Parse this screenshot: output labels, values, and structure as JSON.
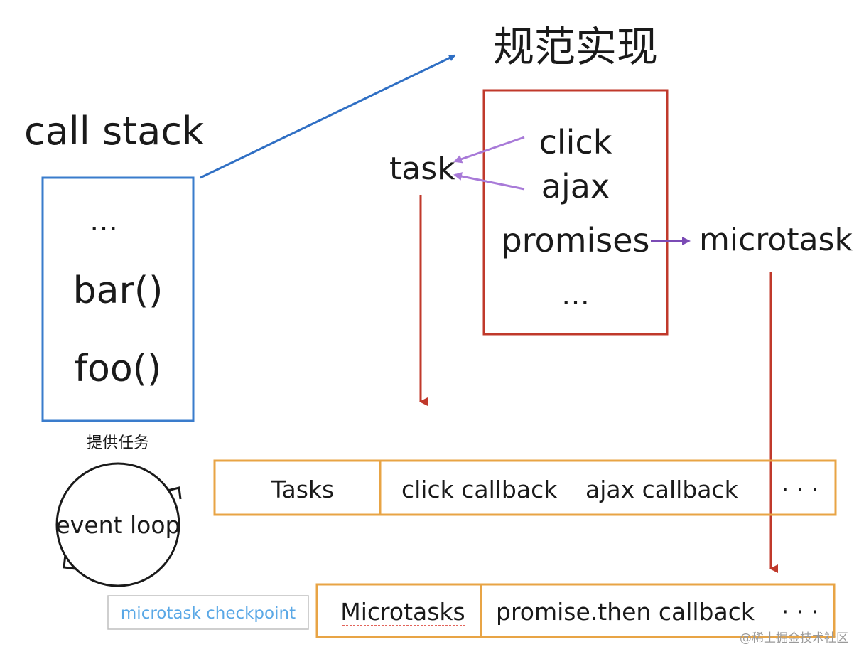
{
  "title": "规范实现",
  "call_stack": {
    "label": "call stack",
    "items": [
      "…",
      "bar()",
      "foo()"
    ]
  },
  "spec_box": {
    "items": [
      "click",
      "ajax",
      "promises",
      "…"
    ]
  },
  "task_label": "task",
  "microtask_label": "microtask",
  "provide_task_label": "提供任务",
  "event_loop_label": "event loop",
  "microtask_checkpoint_label": "microtask checkpoint",
  "tasks_queue": {
    "header": "Tasks",
    "items": [
      "click callback",
      "ajax callback",
      "· · ·"
    ]
  },
  "microtasks_queue": {
    "header": "Microtasks",
    "items": [
      "promise.then callback",
      "· · ·"
    ]
  },
  "watermark": "@稀土掘金技术社区",
  "colors": {
    "call_stack_border": "#3a7ccc",
    "spec_border": "#c0392b",
    "queue_border": "#e8a445",
    "purple_arrow": "#a87ad8",
    "promise_arrow": "#7b4bb5",
    "blue_arrow": "#2f6fc4",
    "red_arrow": "#c0392b",
    "checkpoint_text": "#5aa8e6"
  }
}
